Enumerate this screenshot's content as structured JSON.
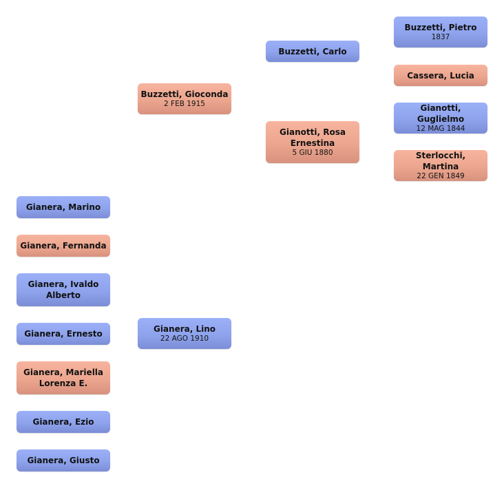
{
  "colors": {
    "male": "#8ea3ec",
    "female": "#eca68f"
  },
  "grandparents_gen": [
    {
      "name": "Buzzetti, Pietro",
      "date": "1837",
      "sex": "male"
    },
    {
      "name": "Cassera, Lucia",
      "date": "",
      "sex": "female"
    },
    {
      "name": "Gianotti, Guglielmo",
      "date": "12 MAG 1844",
      "sex": "male"
    },
    {
      "name": "Sterlocchi, Martina",
      "date": "22 GEN 1849",
      "sex": "female"
    }
  ],
  "parents_of_mother": [
    {
      "name": "Buzzetti, Carlo",
      "date": "",
      "sex": "male"
    },
    {
      "name": "Gianotti, Rosa Ernestina",
      "date": "5 GIU 1880",
      "sex": "female"
    }
  ],
  "parents": [
    {
      "name": "Buzzetti, Gioconda",
      "date": "2 FEB 1915",
      "sex": "female"
    },
    {
      "name": "Gianera, Lino",
      "date": "22 AGO 1910",
      "sex": "male"
    }
  ],
  "children": [
    {
      "name": "Gianera, Marino",
      "sex": "male"
    },
    {
      "name": "Gianera, Fernanda",
      "sex": "female"
    },
    {
      "name": "Gianera, Ivaldo Alberto",
      "sex": "male"
    },
    {
      "name": "Gianera, Ernesto",
      "sex": "male"
    },
    {
      "name": "Gianera, Mariella Lorenza E.",
      "sex": "female"
    },
    {
      "name": "Gianera, Ezio",
      "sex": "male"
    },
    {
      "name": "Gianera, Giusto",
      "sex": "male"
    }
  ]
}
